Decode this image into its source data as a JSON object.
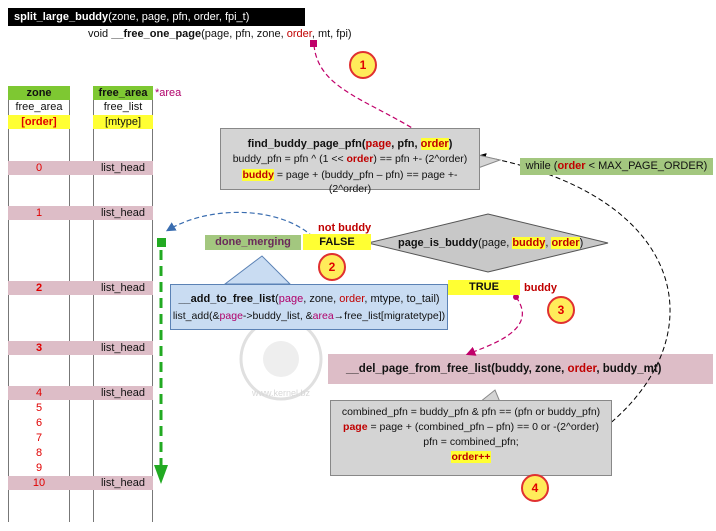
{
  "header": {
    "func_name": "split_large_buddy",
    "func_args": "(zone, page, pfn, order, fpi_t)",
    "sub_prefix": "void ",
    "sub_name": "__free_one_page",
    "sub_args_a": "(page, pfn, zone, ",
    "sub_args_order": "order",
    "sub_args_b": ", mt, fpi)"
  },
  "zone_col": {
    "title": "zone",
    "line1": "free_area",
    "line2": "[order]"
  },
  "free_area_col": {
    "title": "free_area",
    "ptr_label": "*area",
    "line1": "free_list",
    "line2": "[mtype]"
  },
  "rows": [
    {
      "index": "0",
      "bold": false,
      "label": "list_head"
    },
    {
      "index": "1",
      "bold": false,
      "label": "list_head"
    },
    {
      "index": "2",
      "bold": true,
      "label": "list_head"
    },
    {
      "index": "3",
      "bold": true,
      "label": "list_head"
    },
    {
      "index": "4",
      "bold": false,
      "label": "list_head"
    },
    {
      "index": "10",
      "bold": false,
      "label": "list_head"
    }
  ],
  "plain_indices": [
    "5",
    "6",
    "7",
    "8",
    "9"
  ],
  "find_box": {
    "title_a": "find_buddy_page_pfn(",
    "title_page": "page",
    "title_comma": ", ",
    "title_pfn": "pfn",
    "title_comma2": ", ",
    "title_order": "order",
    "title_end": ")",
    "line1_a": "buddy_pfn = pfn ^ (1 << ",
    "line1_order": "order",
    "line1_b": ") == pfn +- (2^order)",
    "line2_buddy": "buddy",
    "line2_rest": " = page + (buddy_pfn – pfn) == page +- (2^order)"
  },
  "while_label": {
    "a": "while (",
    "order": "order",
    "b": " < MAX_PAGE_ORDER)"
  },
  "not_buddy": "not buddy",
  "done_merging": "done_merging",
  "false_label": "FALSE",
  "decision": {
    "a": "page_is_buddy",
    "b": "(page, ",
    "buddy": "buddy",
    "c": ", ",
    "order": "order",
    "d": ")"
  },
  "true_label": "TRUE",
  "buddy_label": "buddy",
  "add_box": {
    "title_a": "__add_to_free_list",
    "title_b": "(",
    "title_page": "page",
    "title_c": ", zone, ",
    "title_order": "order",
    "title_d": ", mtype, to_tail)",
    "line_a": "list_add(&",
    "line_page": "page",
    "line_b": "->buddy_list, &",
    "line_area": "area",
    "line_c": "→free_list[migratetype])"
  },
  "del_box": {
    "a": "__del_page_from_free_list(buddy, zone, ",
    "order": "order",
    "b": ", buddy_mt)"
  },
  "combine_box": {
    "line1": "combined_pfn = buddy_pfn & pfn == (pfn or buddy_pfn)",
    "line2_page": "page",
    "line2_rest": " = page + (combined_pfn – pfn) == 0 or -(2^order)",
    "line3": "pfn = combined_pfn;",
    "line4": "order++"
  },
  "steps": [
    "1",
    "2",
    "3",
    "4"
  ],
  "watermark": "www.kernel.bz",
  "colors": {
    "accent_red": "#e00000",
    "magenta": "#b0006a",
    "yellow": "#ffff33",
    "zone_green": "#7ec832",
    "row_pink": "#ddbdc7",
    "while_green": "#a3c77f",
    "add_box_blue": "#c9dcf2",
    "callout_gray": "#d4d4d4"
  }
}
